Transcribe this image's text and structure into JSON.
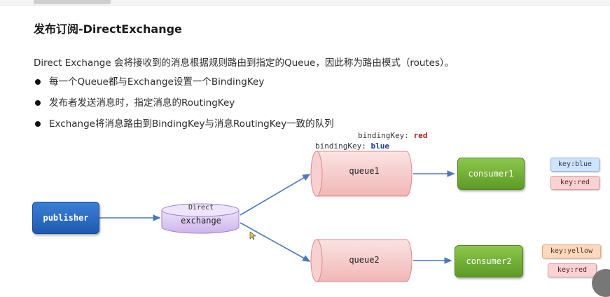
{
  "heading": "发布订阅-DirectExchange",
  "intro": "Direct Exchange 会将接收到的消息根据规则路由到指定的Queue，因此称为路由模式（routes）。",
  "bullets": [
    "每一个Queue都与Exchange设置一个BindingKey",
    "发布者发送消息时，指定消息的RoutingKey",
    "Exchange将消息路由到BindingKey与消息RoutingKey一致的队列"
  ],
  "diagram": {
    "publisher": "publisher",
    "exchange": {
      "type_label": "Direct",
      "label": "exchange"
    },
    "queue1": "queue1",
    "queue2": "queue2",
    "consumer1": "consumer1",
    "consumer2": "consumer2",
    "binding_red": {
      "prefix": "bindingKey: ",
      "value": "red"
    },
    "binding_blue": {
      "prefix": "bindingKey: ",
      "value": "blue"
    },
    "consumer1_keys": [
      "key:blue",
      "key:red"
    ],
    "consumer2_keys": [
      "key:yellow",
      "key:red"
    ],
    "colors": {
      "publisher": "#2a6cc7",
      "consumer": "#72b236",
      "queue": "#f7c6c6",
      "exchange": "#d9c6f0",
      "arrow": "#4a78b8",
      "key_blue": "#cfe3fb",
      "key_red": "#f9d3d3",
      "key_yellow": "#fbd8bf"
    }
  }
}
